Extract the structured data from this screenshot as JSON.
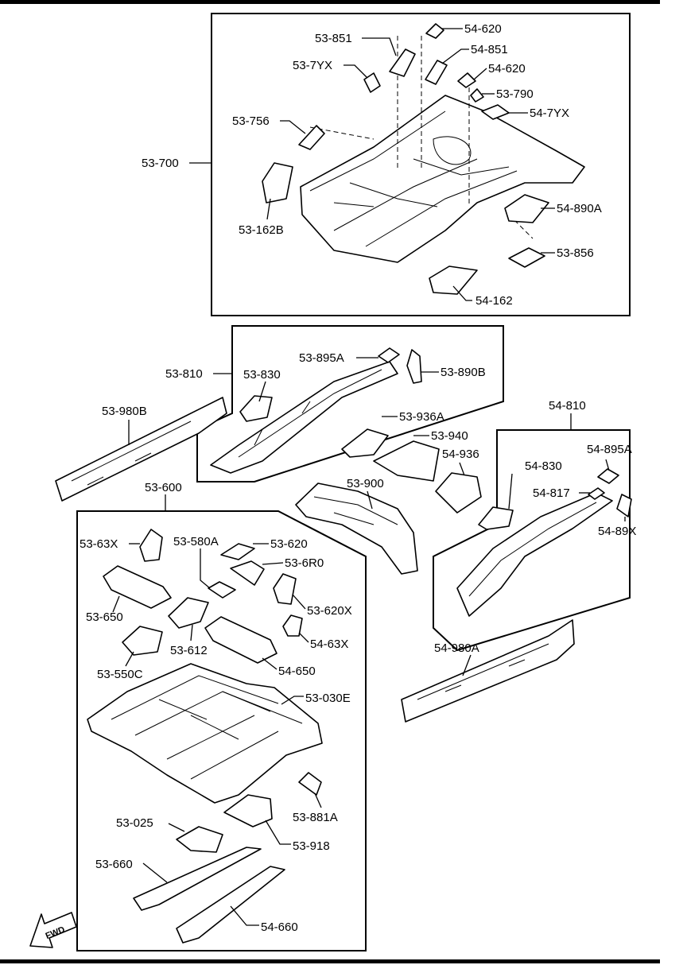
{
  "diagram": {
    "groups": [
      {
        "id": "rear",
        "label": "53-700"
      },
      {
        "id": "rh-frame",
        "label": "53-810"
      },
      {
        "id": "lh-frame",
        "label": "54-810"
      },
      {
        "id": "front-floor",
        "label": "53-600"
      }
    ],
    "parts": [
      {
        "id": "p5351",
        "label": "53-851"
      },
      {
        "id": "p5362a",
        "label": "54-620"
      },
      {
        "id": "p5485",
        "label": "54-851"
      },
      {
        "id": "p537yx",
        "label": "53-7YX"
      },
      {
        "id": "p5462b",
        "label": "54-620"
      },
      {
        "id": "p5379",
        "label": "53-790"
      },
      {
        "id": "p547yx",
        "label": "54-7YX"
      },
      {
        "id": "p5375",
        "label": "53-756"
      },
      {
        "id": "p5316",
        "label": "53-162B"
      },
      {
        "id": "p5489",
        "label": "54-890A"
      },
      {
        "id": "p5385",
        "label": "53-856"
      },
      {
        "id": "p5416",
        "label": "54-162"
      },
      {
        "id": "p5389a",
        "label": "53-895A"
      },
      {
        "id": "p5389b",
        "label": "53-890B"
      },
      {
        "id": "p5383",
        "label": "53-830"
      },
      {
        "id": "p5398",
        "label": "53-980B"
      },
      {
        "id": "p5393",
        "label": "53-936A"
      },
      {
        "id": "p5394",
        "label": "53-940"
      },
      {
        "id": "p5493",
        "label": "54-936"
      },
      {
        "id": "p5390",
        "label": "53-900"
      },
      {
        "id": "p5483",
        "label": "54-830"
      },
      {
        "id": "p5489a",
        "label": "54-895A"
      },
      {
        "id": "p5481",
        "label": "54-817"
      },
      {
        "id": "p5489x",
        "label": "54-89X"
      },
      {
        "id": "p5363x",
        "label": "53-63X"
      },
      {
        "id": "p5358",
        "label": "53-580A"
      },
      {
        "id": "p5362",
        "label": "53-620"
      },
      {
        "id": "p536r",
        "label": "53-6R0"
      },
      {
        "id": "p5365",
        "label": "53-650"
      },
      {
        "id": "p5362x",
        "label": "53-620X"
      },
      {
        "id": "p5361",
        "label": "53-612"
      },
      {
        "id": "p5463x",
        "label": "54-63X"
      },
      {
        "id": "p5355",
        "label": "53-550C"
      },
      {
        "id": "p5465",
        "label": "54-650"
      },
      {
        "id": "p5303",
        "label": "53-030E"
      },
      {
        "id": "p5498",
        "label": "54-980A"
      },
      {
        "id": "p5388",
        "label": "53-881A"
      },
      {
        "id": "p5302",
        "label": "53-025"
      },
      {
        "id": "p5391",
        "label": "53-918"
      },
      {
        "id": "p5366",
        "label": "53-660"
      },
      {
        "id": "p5466",
        "label": "54-660"
      }
    ],
    "fwd_label": "FWD"
  }
}
